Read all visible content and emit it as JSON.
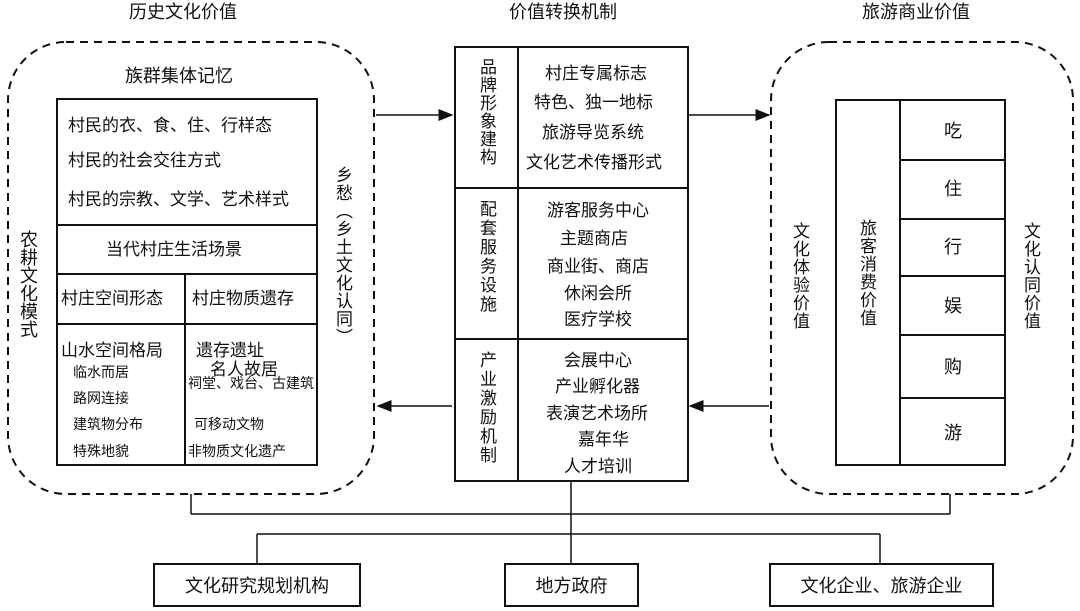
{
  "headers": {
    "left": "历史文化价值",
    "middle": "价值转换机制",
    "right": "旅游商业价值"
  },
  "left": {
    "group_title": "族群集体记忆",
    "memory_items": [
      "村民的衣、食、住、行样态",
      "村民的社会交往方式",
      "村民的宗教、文学、艺术样式"
    ],
    "scene": "当代村庄生活场景",
    "col1_title": "村庄空间形态",
    "col2_title": "村庄物质遗存",
    "col1_head": "山水空间格局",
    "col1_items": [
      "临水而居",
      "路网连接",
      "建筑物分布",
      "特殊地貌"
    ],
    "col2_head1": "遗存遗址",
    "col2_head2": "名人故居",
    "col2_sub": "祠堂、戏台、古建筑",
    "col2_items": [
      "可移动文物",
      "非物质文化遗产"
    ],
    "side_left": "农耕文化模式",
    "side_right": "乡愁（乡土文化认同）"
  },
  "middle": {
    "sections": [
      {
        "label": "品牌形象建构",
        "items": [
          "村庄专属标志",
          "特色、独一地标",
          "旅游导览系统",
          "文化艺术传播形式"
        ]
      },
      {
        "label": "配套服务设施",
        "items": [
          "游客服务中心",
          "主题商店",
          "商业街、商店",
          "休闲会所",
          "医疗学校"
        ]
      },
      {
        "label": "产业激励机制",
        "items": [
          "会展中心",
          "产业孵化器",
          "表演艺术场所",
          "嘉年华",
          "人才培训"
        ]
      }
    ]
  },
  "right": {
    "side_left": "文化体验价值",
    "inner_label": "旅客消费价值",
    "items": [
      "吃",
      "住",
      "行",
      "娱",
      "购",
      "游"
    ],
    "side_right": "文化认同价值"
  },
  "bottom": {
    "boxes": [
      "文化研究规划机构",
      "地方政府",
      "文化企业、旅游企业"
    ]
  }
}
